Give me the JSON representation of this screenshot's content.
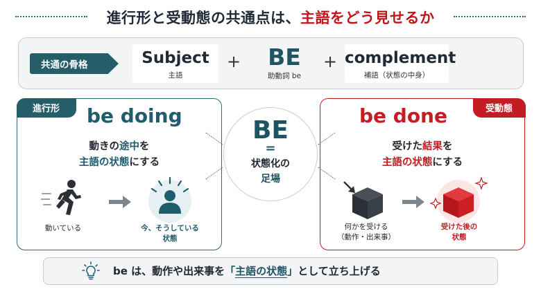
{
  "title": {
    "main": "進行形と受動態の共通点は、",
    "accent": "主語をどう見せるか"
  },
  "skeleton": {
    "label": "共通の骨格",
    "subject": {
      "main": "Subject",
      "sub": "主語"
    },
    "plus": "+",
    "be": {
      "main": "BE",
      "sub": "助動詞 be"
    },
    "complement": {
      "main": "complement",
      "sub": "補語（状態の中身）"
    }
  },
  "left_panel": {
    "tag": "進行形",
    "phrase": "be doing",
    "desc_line1_pre": "動きの",
    "desc_line1_hl": "途中",
    "desc_line1_post": "を",
    "desc_line2_hl": "主語の状態",
    "desc_line2_post": "にする",
    "caption_left": "動いている",
    "caption_right_1": "今、そうしている",
    "caption_right_2": "状態"
  },
  "right_panel": {
    "tag": "受動態",
    "phrase": "be done",
    "desc_line1_pre": "受けた",
    "desc_line1_hl": "結果",
    "desc_line1_post": "を",
    "desc_line2_hl": "主語の状態",
    "desc_line2_post": "にする",
    "caption_left_1": "何かを受ける",
    "caption_left_2": "（動作・出来事）",
    "caption_right_1": "受けた後の",
    "caption_right_2": "状態"
  },
  "center": {
    "be": "BE",
    "eq": "=",
    "line1": "状態化の",
    "line2": "足場"
  },
  "bottom": {
    "pre": "be は、動作や出来事を",
    "bracket_open": "「",
    "highlight": "主語の状態",
    "bracket_close": "」",
    "post": "として立ち上げる"
  },
  "colors": {
    "teal": "#1f5d6c",
    "red": "#c21d22",
    "dark": "#1f2a36"
  },
  "icons": [
    "running-person-icon",
    "arrow-right-icon",
    "person-glow-icon",
    "box-impact-icon",
    "box-red-sparkle-icon",
    "lightbulb-icon"
  ]
}
